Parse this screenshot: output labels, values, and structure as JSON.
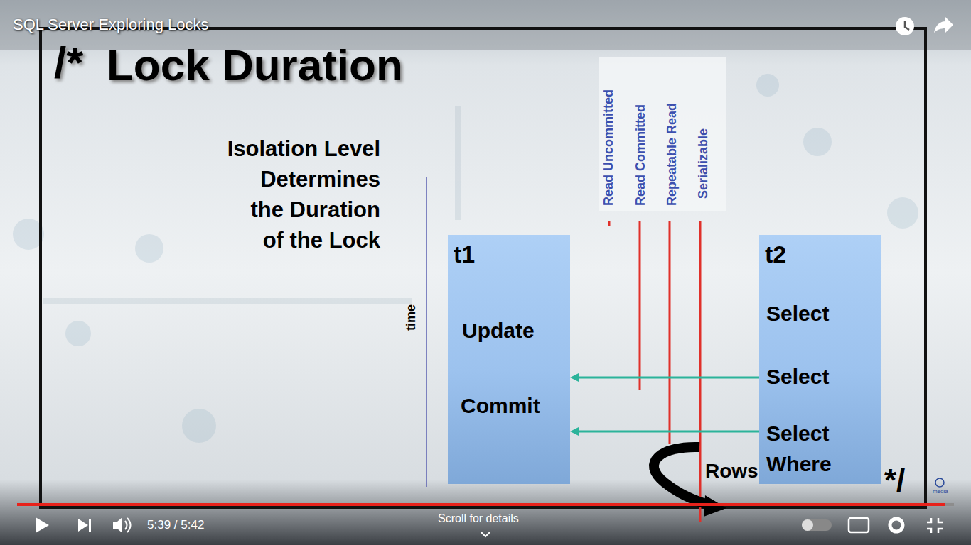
{
  "diagram": {
    "title": "Lock Duration",
    "nodes": [
      {
        "text": [
          "t1",
          "Update",
          "Commit"
        ]
      },
      {
        "text": [
          "t2",
          "Select",
          "Select",
          "Select Where"
        ]
      }
    ],
    "edges": [
      {
        "from": 1,
        "to": 0,
        "arrow": "to"
      },
      {
        "from": 1,
        "to": 0,
        "arrow": "to"
      }
    ],
    "labels": [
      "SQL Server Exploring Locks",
      "/*",
      "Isolation Level Determines the Duration of the Lock",
      "time",
      "Read Uncommitted",
      "Read Committed",
      "Repeatable Read",
      "Serializable",
      "Rows",
      "*/",
      "media",
      "5:39 / 5:42",
      "Scroll for details"
    ]
  }
}
